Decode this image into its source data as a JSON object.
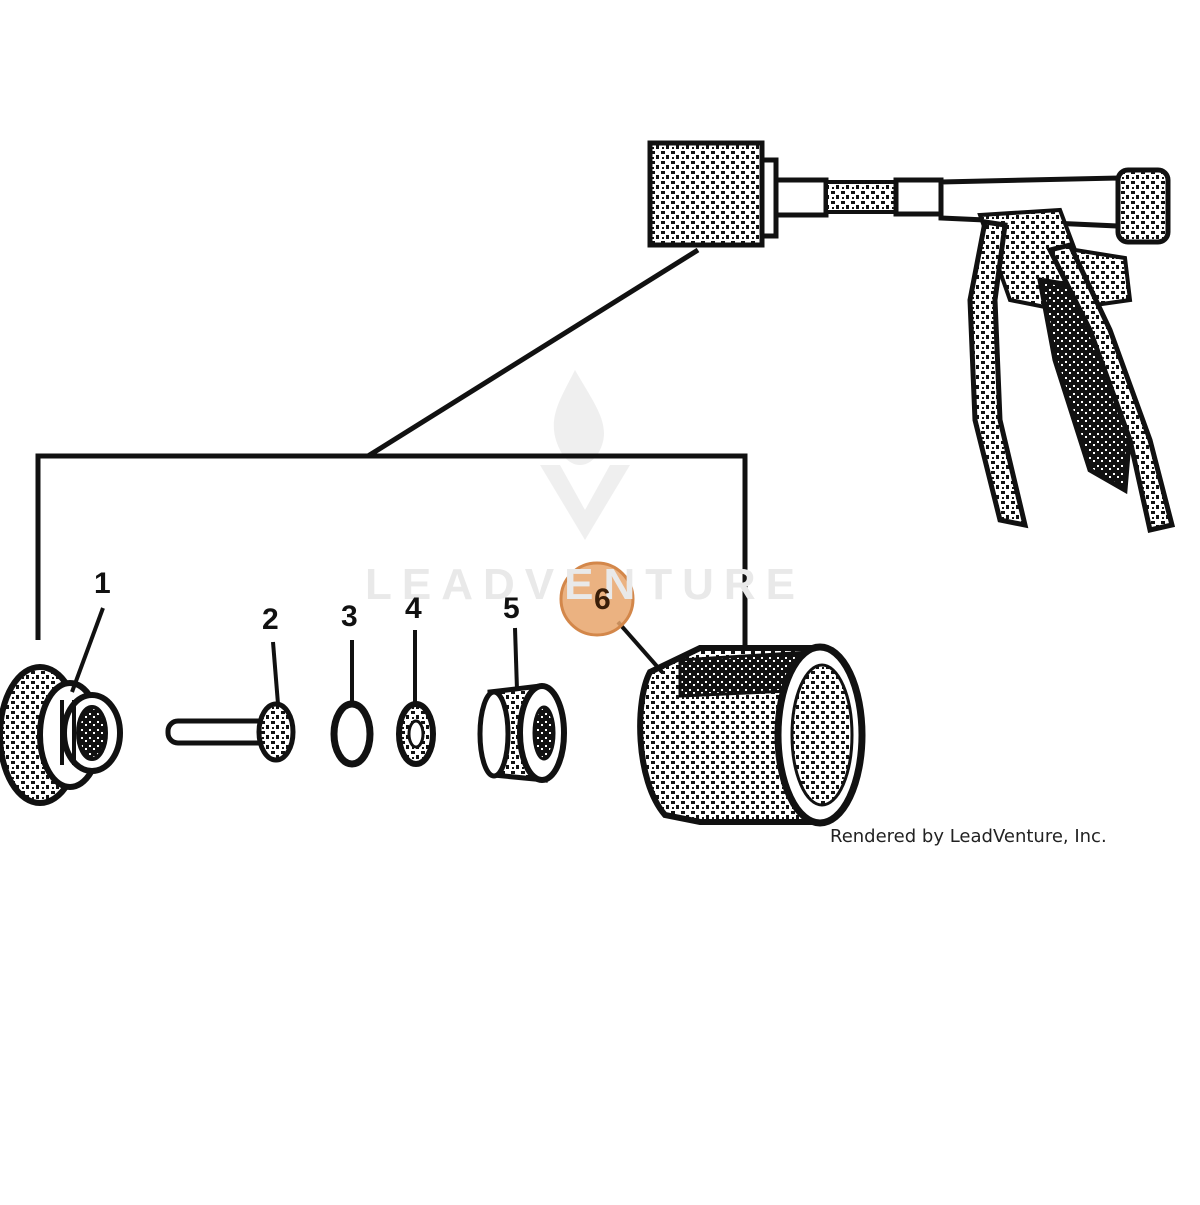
{
  "diagram": {
    "callouts": [
      {
        "id": "1",
        "label": "1"
      },
      {
        "id": "2",
        "label": "2"
      },
      {
        "id": "3",
        "label": "3"
      },
      {
        "id": "4",
        "label": "4"
      },
      {
        "id": "5",
        "label": "5"
      },
      {
        "id": "6",
        "label": "6",
        "highlighted": true
      }
    ],
    "highlight_color": "#e8a56b",
    "ink_color": "#111111",
    "watermark_text": "LEADVENTURE",
    "credit_text": "Rendered by LeadVenture, Inc."
  }
}
